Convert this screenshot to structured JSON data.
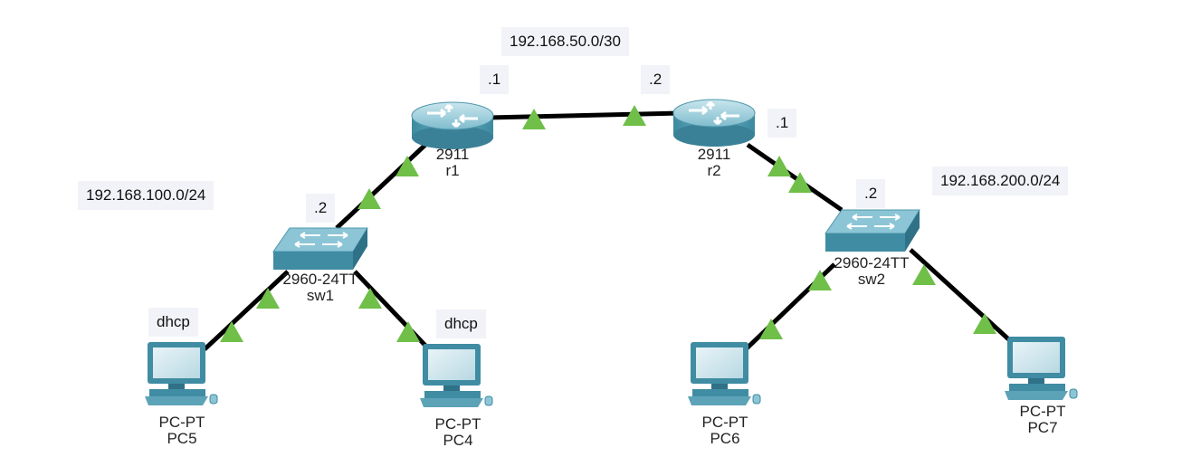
{
  "colors": {
    "link": "#000000",
    "port_up": "#6fbf48",
    "device_teal": "#5ca3b8",
    "device_dark": "#2f7187",
    "device_light": "#a6d2df",
    "note_bg": "#f2f3f8"
  },
  "notes": {
    "wan_network": "192.168.50.0/30",
    "r1_wan_ip": ".1",
    "r2_wan_ip": ".2",
    "r2_lan_ip": ".1",
    "sw2_ip": ".2",
    "lan2_network": "192.168.200.0/24",
    "lan1_network": "192.168.100.0/24",
    "sw1_ip": ".2",
    "pc5_addr": "dhcp",
    "pc4_addr": "dhcp"
  },
  "devices": {
    "r1": {
      "model": "2911",
      "name": "r1",
      "icon": "router-icon"
    },
    "r2": {
      "model": "2911",
      "name": "r2",
      "icon": "router-icon"
    },
    "sw1": {
      "model": "2960-24TT",
      "name": "sw1",
      "icon": "switch-icon"
    },
    "sw2": {
      "model": "2960-24TT",
      "name": "sw2",
      "icon": "switch-icon"
    },
    "pc5": {
      "model": "PC-PT",
      "name": "PC5",
      "icon": "pc-icon"
    },
    "pc4": {
      "model": "PC-PT",
      "name": "PC4",
      "icon": "pc-icon"
    },
    "pc6": {
      "model": "PC-PT",
      "name": "PC6",
      "icon": "pc-icon"
    },
    "pc7": {
      "model": "PC-PT",
      "name": "PC7",
      "icon": "pc-icon"
    }
  },
  "links": [
    {
      "from": "r1",
      "to": "r2",
      "status": "up"
    },
    {
      "from": "r1",
      "to": "sw1",
      "status": "up"
    },
    {
      "from": "r2",
      "to": "sw2",
      "status": "up"
    },
    {
      "from": "sw1",
      "to": "pc5",
      "status": "up"
    },
    {
      "from": "sw1",
      "to": "pc4",
      "status": "up"
    },
    {
      "from": "sw2",
      "to": "pc6",
      "status": "up"
    },
    {
      "from": "sw2",
      "to": "pc7",
      "status": "up"
    }
  ]
}
